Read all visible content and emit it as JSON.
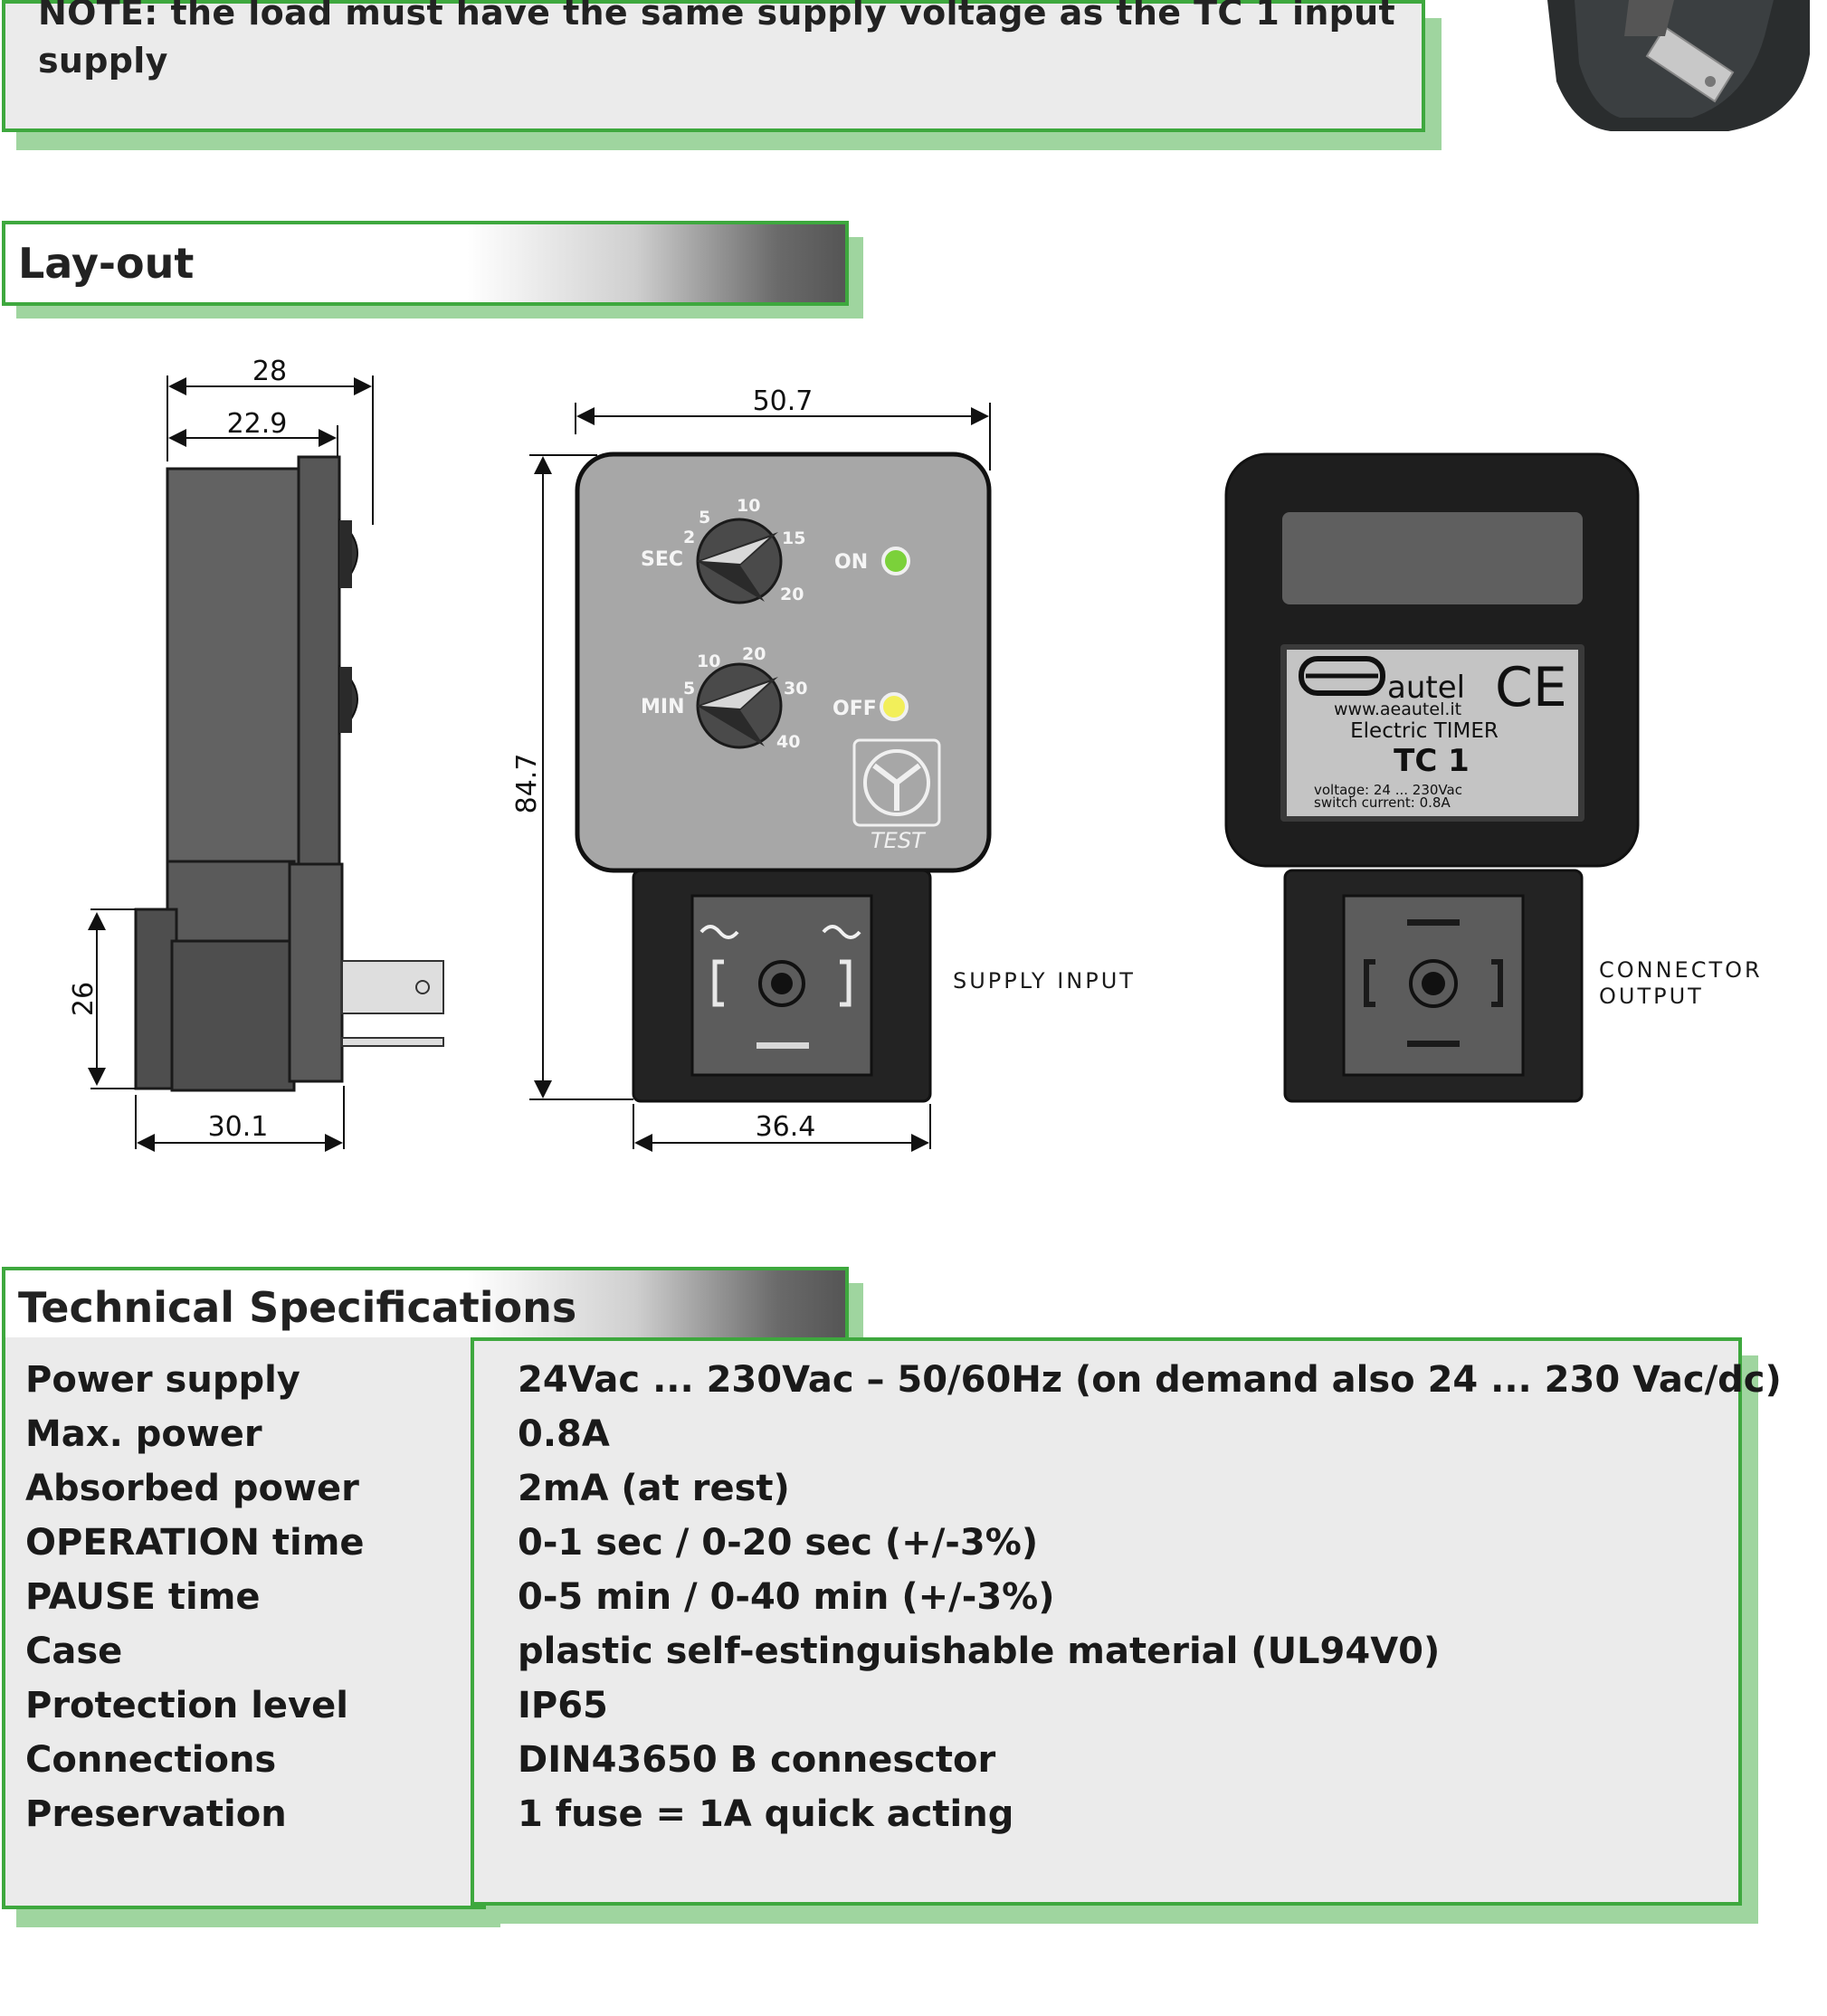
{
  "note": {
    "text": "NOTE: the load must have the same supply voltage as the TC 1 input supply"
  },
  "sections": {
    "layout_title": "Lay-out",
    "specs_title": "Technical Specifications"
  },
  "dimensions": {
    "d28": "28",
    "d22_9": "22.9",
    "d26": "26",
    "d30_1": "30.1",
    "d50_7": "50.7",
    "d84_7": "84.7",
    "d36_4": "36.4"
  },
  "front_panel": {
    "sec_label": "SEC",
    "sec_scale": [
      "2",
      "5",
      "10",
      "15",
      "20"
    ],
    "min_label": "MIN",
    "min_scale": [
      "5",
      "10",
      "20",
      "30",
      "40"
    ],
    "on_label": "ON",
    "off_label": "OFF",
    "test_label": "TEST",
    "supply_input_label": "SUPPLY INPUT"
  },
  "back_panel": {
    "brand_logo": "ae",
    "brand": "autel",
    "ce_mark": "CE",
    "url": "www.aeautel.it",
    "product_line": "Electric TIMER",
    "model": "TC 1",
    "voltage": "voltage: 24 ... 230Vac",
    "switch_current": "switch current: 0.8A",
    "connector_label_1": "CONNECTOR",
    "connector_label_2": "OUTPUT"
  },
  "specs": [
    {
      "label": "Power supply",
      "value": "24Vac ... 230Vac – 50/60Hz (on demand also 24 ... 230 Vac/dc)"
    },
    {
      "label": "Max. power",
      "value": "0.8A"
    },
    {
      "label": "Absorbed power",
      "value": "2mA (at rest)"
    },
    {
      "label": "OPERATION time",
      "value": "0-1 sec / 0-20 sec (+/-3%)"
    },
    {
      "label": "PAUSE time",
      "value": "0-5 min / 0-40 min (+/-3%)"
    },
    {
      "label": "Case",
      "value": "plastic self-estinguishable material (UL94V0)"
    },
    {
      "label": "Protection level",
      "value": "IP65"
    },
    {
      "label": "Connections",
      "value": "DIN43650 B connesctor"
    },
    {
      "label": "Preservation",
      "value": "1 fuse = 1A quick acting"
    }
  ],
  "colors": {
    "green_border": "#3ea83e",
    "green_shadow": "#9fd59f",
    "panel_bg": "#ebebeb"
  }
}
